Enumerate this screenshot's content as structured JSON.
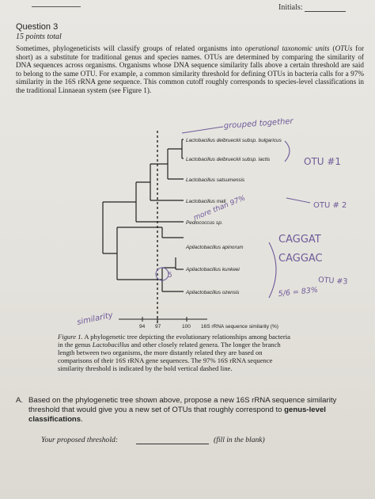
{
  "header": {
    "initials_label": "Initials:"
  },
  "question": {
    "title": "Question 3",
    "points": "15 points total",
    "para": [
      {
        "t": "Sometimes, phylogeneticists will classify groups of related organisms into "
      },
      {
        "t": "operational taxonomic units",
        "em": true
      },
      {
        "t": " ("
      },
      {
        "t": "OTUs",
        "em": true
      },
      {
        "t": " for short) as a substitute for traditional genus and species names. OTUs are determined by comparing the similarity of DNA sequences across organisms. Organisms whose DNA sequence similarity falls above a certain threshold are said to belong to the same OTU. For example, a common similarity threshold for defining OTUs in bacteria calls for a 97% similarity in the 16S rRNA gene sequence. This common cutoff roughly corresponds to species-level classifications in the traditional Linnaean system (see Figure 1)."
      }
    ]
  },
  "tree": {
    "taxa": [
      "Lactobacillus delbrueckii subsp. bulgaricus",
      "Lactobacillus delbrueckii subsp. lactis",
      "Lactobacillus satsumensis",
      "Lactobacillus mali",
      "Pediococcus sp.",
      "Apilactobacillus apinorum",
      "Apilactobacillus kunkeei",
      "Apilactobacillus ozensis"
    ],
    "scale": {
      "tick_94": "94",
      "tick_97": "97",
      "tick_100": "100",
      "label": "16S rRNA sequence similarity (%)"
    }
  },
  "caption": {
    "parts": [
      {
        "t": "Figure 1.",
        "em": true
      },
      {
        "t": " A phylogenetic tree depicting the evolutionary relationships among bacteria in the genus "
      },
      {
        "t": "Lactobacillus",
        "em": true
      },
      {
        "t": " and other closely related genera. The longer the branch length between two organisms, the more distantly related they are based on comparisons of their 16S rRNA gene sequences. The 97% 16S rRNA sequence similarity threshold is indicated by the bold vertical dashed line."
      }
    ]
  },
  "handwriting": {
    "grouped": "grouped together",
    "otu1": "OTU #1",
    "otu2": "OTU # 2",
    "otu3": "OTU #3",
    "more_than": "more than 97%",
    "seq1": "CAGGAT",
    "seq2": "CAGGAC",
    "five": "5",
    "frac": "5/6 = 83%",
    "similarity": "similarity"
  },
  "part_a": {
    "letter": "A.",
    "text": "Based on the phylogenetic tree shown above, propose a new 16S rRNA sequence similarity threshold that would give you a new set of OTUs that roughly correspond to ",
    "bold": "genus-level classifications",
    "end": ".",
    "threshold_label": "Your proposed threshold:",
    "fill": "(fill in the blank)"
  }
}
